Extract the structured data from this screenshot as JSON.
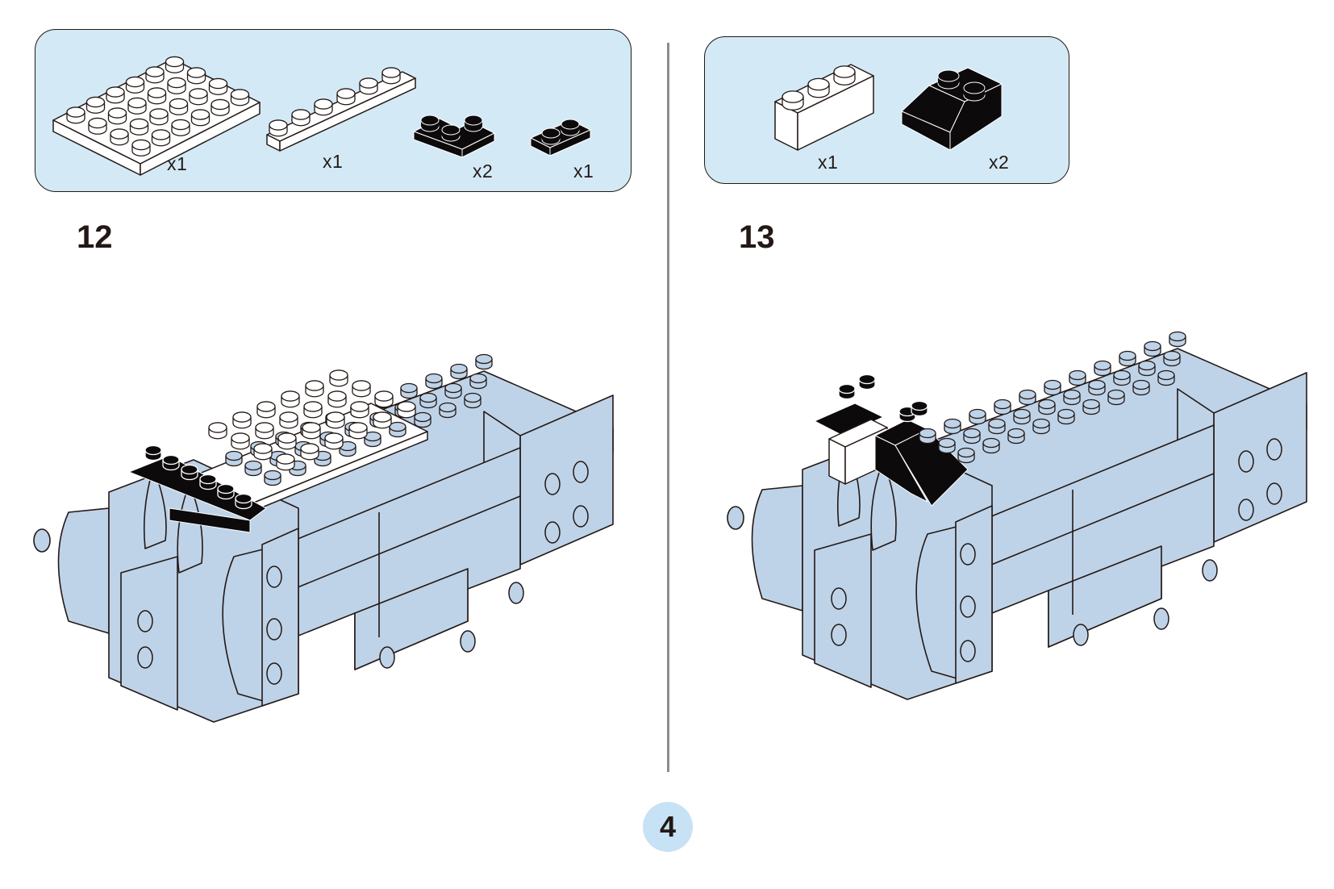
{
  "page": {
    "number": "4",
    "colors": {
      "panel_fill": "#d3e9f6",
      "model_body": "#bed3e8",
      "page_circle": "#c6e2f4",
      "divider": "#8c8c8c",
      "ink": "#231815"
    }
  },
  "steps": [
    {
      "number": "12",
      "parts": [
        {
          "name": "plate-4x6-white",
          "color": "white",
          "quantity": "x1"
        },
        {
          "name": "plate-1x6-white",
          "color": "white",
          "quantity": "x1"
        },
        {
          "name": "plate-2x2-corner-black",
          "color": "black",
          "quantity": "x2"
        },
        {
          "name": "plate-1x2-black",
          "color": "black",
          "quantity": "x1"
        }
      ],
      "model": "motor-base-with-white-plate-and-black-corners"
    },
    {
      "number": "13",
      "parts": [
        {
          "name": "brick-1x3-white",
          "color": "white",
          "quantity": "x1"
        },
        {
          "name": "slope-2x2-black",
          "color": "black",
          "quantity": "x2"
        }
      ],
      "model": "motor-base-with-white-brick-and-black-slopes"
    }
  ]
}
